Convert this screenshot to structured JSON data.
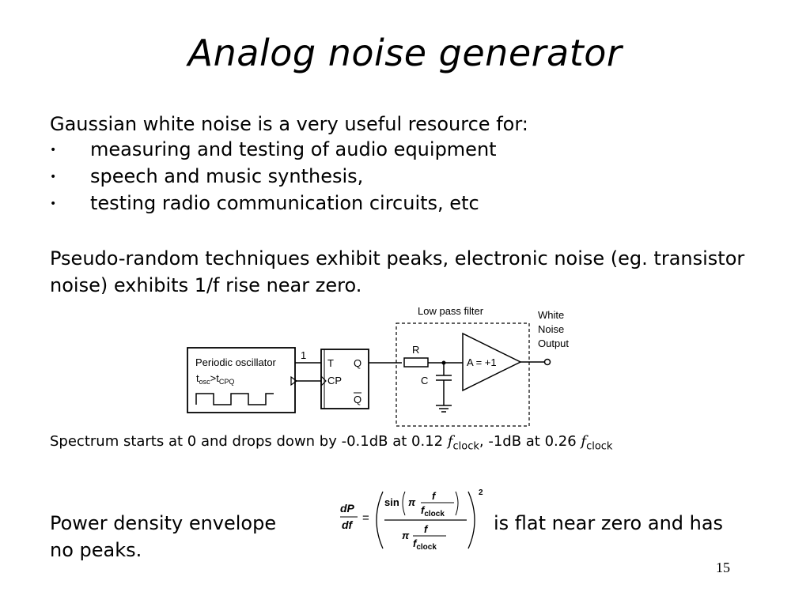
{
  "slide": {
    "title": "Analog noise generator",
    "intro": "Gaussian white noise is a very useful resource for:",
    "bullets": [
      "measuring and testing of audio equipment",
      "speech and music synthesis,",
      "testing radio communication circuits, etc"
    ],
    "bullet_glyph": "•",
    "pseudo_random_text": "Pseudo-random techniques exhibit peaks, electronic noise (eg. transistor noise) exhibits 1/f rise near zero.",
    "spectrum": {
      "part1": "Spectrum starts at 0 and drops down by -0.1dB at 0.12 ",
      "f1": "f",
      "sub1": "clock",
      "part2": ", -1dB at 0.26 ",
      "f2": "f",
      "sub2": "clock"
    },
    "power_density_label": "Power density envelope",
    "power_density_suffix": "is flat near zero and has",
    "power_density_suffix2": "no peaks.",
    "page_number": "15"
  },
  "circuit": {
    "filter_label": "Low pass filter",
    "output_label_lines": [
      "White",
      "Noise",
      "Output"
    ],
    "oscillator_label": "Periodic oscillator",
    "timing_t1": "t",
    "timing_sub1": "osc",
    "timing_gt": ">t",
    "timing_sub2": "CPQ",
    "wire_label": "1",
    "flipflop_t": "T",
    "flipflop_q": "Q",
    "flipflop_cp": "CP",
    "flipflop_qbar": "Q",
    "resistor_label": "R",
    "capacitor_label": "C",
    "amplifier_label": "A = +1"
  },
  "formula": {
    "lhs_num": "dP",
    "lhs_den": "df",
    "equals": "=",
    "sin": "sin",
    "pi": "π",
    "f": "f",
    "fclock_f": "f",
    "fclock_sub": "clock",
    "exponent": "2"
  }
}
